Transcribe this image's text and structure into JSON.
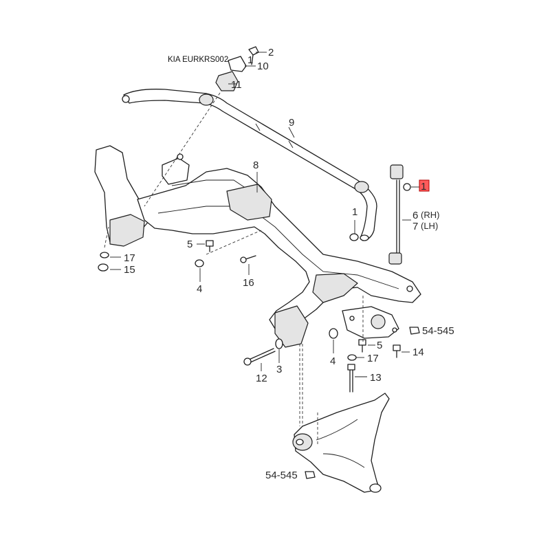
{
  "diagram_code": "KIA EURKRS002",
  "highlight_color": "#ff5b5b",
  "callouts": {
    "c1_top": "1",
    "c2": "2",
    "c10": "10",
    "c11": "11",
    "c9": "9",
    "c8": "8",
    "c1_link": "1",
    "c1_mid": "1",
    "c6": "6",
    "c6_side": "(RH)",
    "c7": "7",
    "c7_side": "(LH)",
    "c5_left": "5",
    "c17_left": "17",
    "c15": "15",
    "c4_left": "4",
    "c16": "16",
    "c54_right": "54-545",
    "c5_right": "5",
    "c14": "14",
    "c4_right": "4",
    "c17_right": "17",
    "c3": "3",
    "c12": "12",
    "c13": "13",
    "c54_bottom": "54-545"
  }
}
